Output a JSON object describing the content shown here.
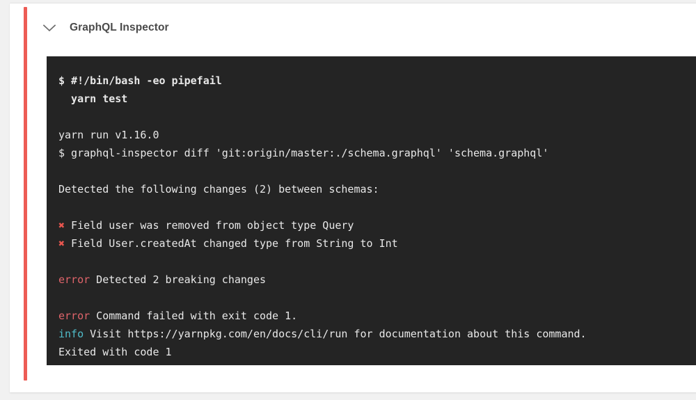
{
  "card": {
    "status_color": "#ed5c55",
    "background": "#ffffff"
  },
  "step": {
    "title": "GraphQL Inspector",
    "collapse_icon": "chevron-down-icon",
    "expanded": true
  },
  "terminal": {
    "background": "#242424",
    "foreground": "#e8e8e8",
    "error_color": "#e0646a",
    "info_color": "#50bcc9",
    "mark_color": "#e8564f",
    "lines": [
      {
        "bold": true,
        "text": "$ #!/bin/bash -eo pipefail"
      },
      {
        "bold": true,
        "text": "  yarn test"
      },
      {
        "blank": true,
        "text": " "
      },
      {
        "text": "yarn run v1.16.0"
      },
      {
        "text": "$ graphql-inspector diff 'git:origin/master:./schema.graphql' 'schema.graphql'"
      },
      {
        "blank": true,
        "text": " "
      },
      {
        "text": "Detected the following changes (2) between schemas:"
      },
      {
        "blank": true,
        "text": " "
      },
      {
        "mark": "✖",
        "text": " Field user was removed from object type Query"
      },
      {
        "mark": "✖",
        "text": " Field User.createdAt changed type from String to Int"
      },
      {
        "blank": true,
        "text": " "
      },
      {
        "token": "error",
        "token_text": "error",
        "text": " Detected 2 breaking changes"
      },
      {
        "blank": true,
        "text": " "
      },
      {
        "token": "error",
        "token_text": "error",
        "text": " Command failed with exit code 1."
      },
      {
        "token": "info",
        "token_text": "info",
        "text": " Visit https://yarnpkg.com/en/docs/cli/run for documentation about this command."
      },
      {
        "text": "Exited with code 1"
      }
    ]
  }
}
